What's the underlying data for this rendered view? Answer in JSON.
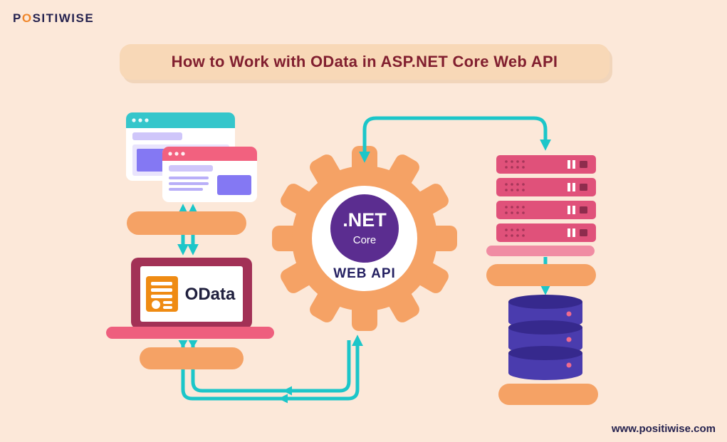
{
  "header": {
    "logo": {
      "p": "P",
      "o": "O",
      "rest": "SITIWISE"
    },
    "title": "How to Work with OData in ASP.NET Core Web API"
  },
  "diagram": {
    "laptop_label": "OData",
    "gear": {
      "net": ".NET",
      "core": "Core",
      "web_api": "WEB API"
    }
  },
  "footer": {
    "url": "www.positiwise.com"
  },
  "colors": {
    "background": "#fce8d9",
    "banner": "#f8d8b7",
    "title_text": "#811f2f",
    "arrow_teal": "#1cc6c9",
    "pill_orange": "#f5a265",
    "laptop_base_pink": "#ee5f7e",
    "laptop_frame_maroon": "#a23156",
    "dotnet_purple": "#5b2d90",
    "database_indigo": "#4a3cae",
    "server_pink": "#e0517a",
    "text_navy": "#25224f"
  }
}
